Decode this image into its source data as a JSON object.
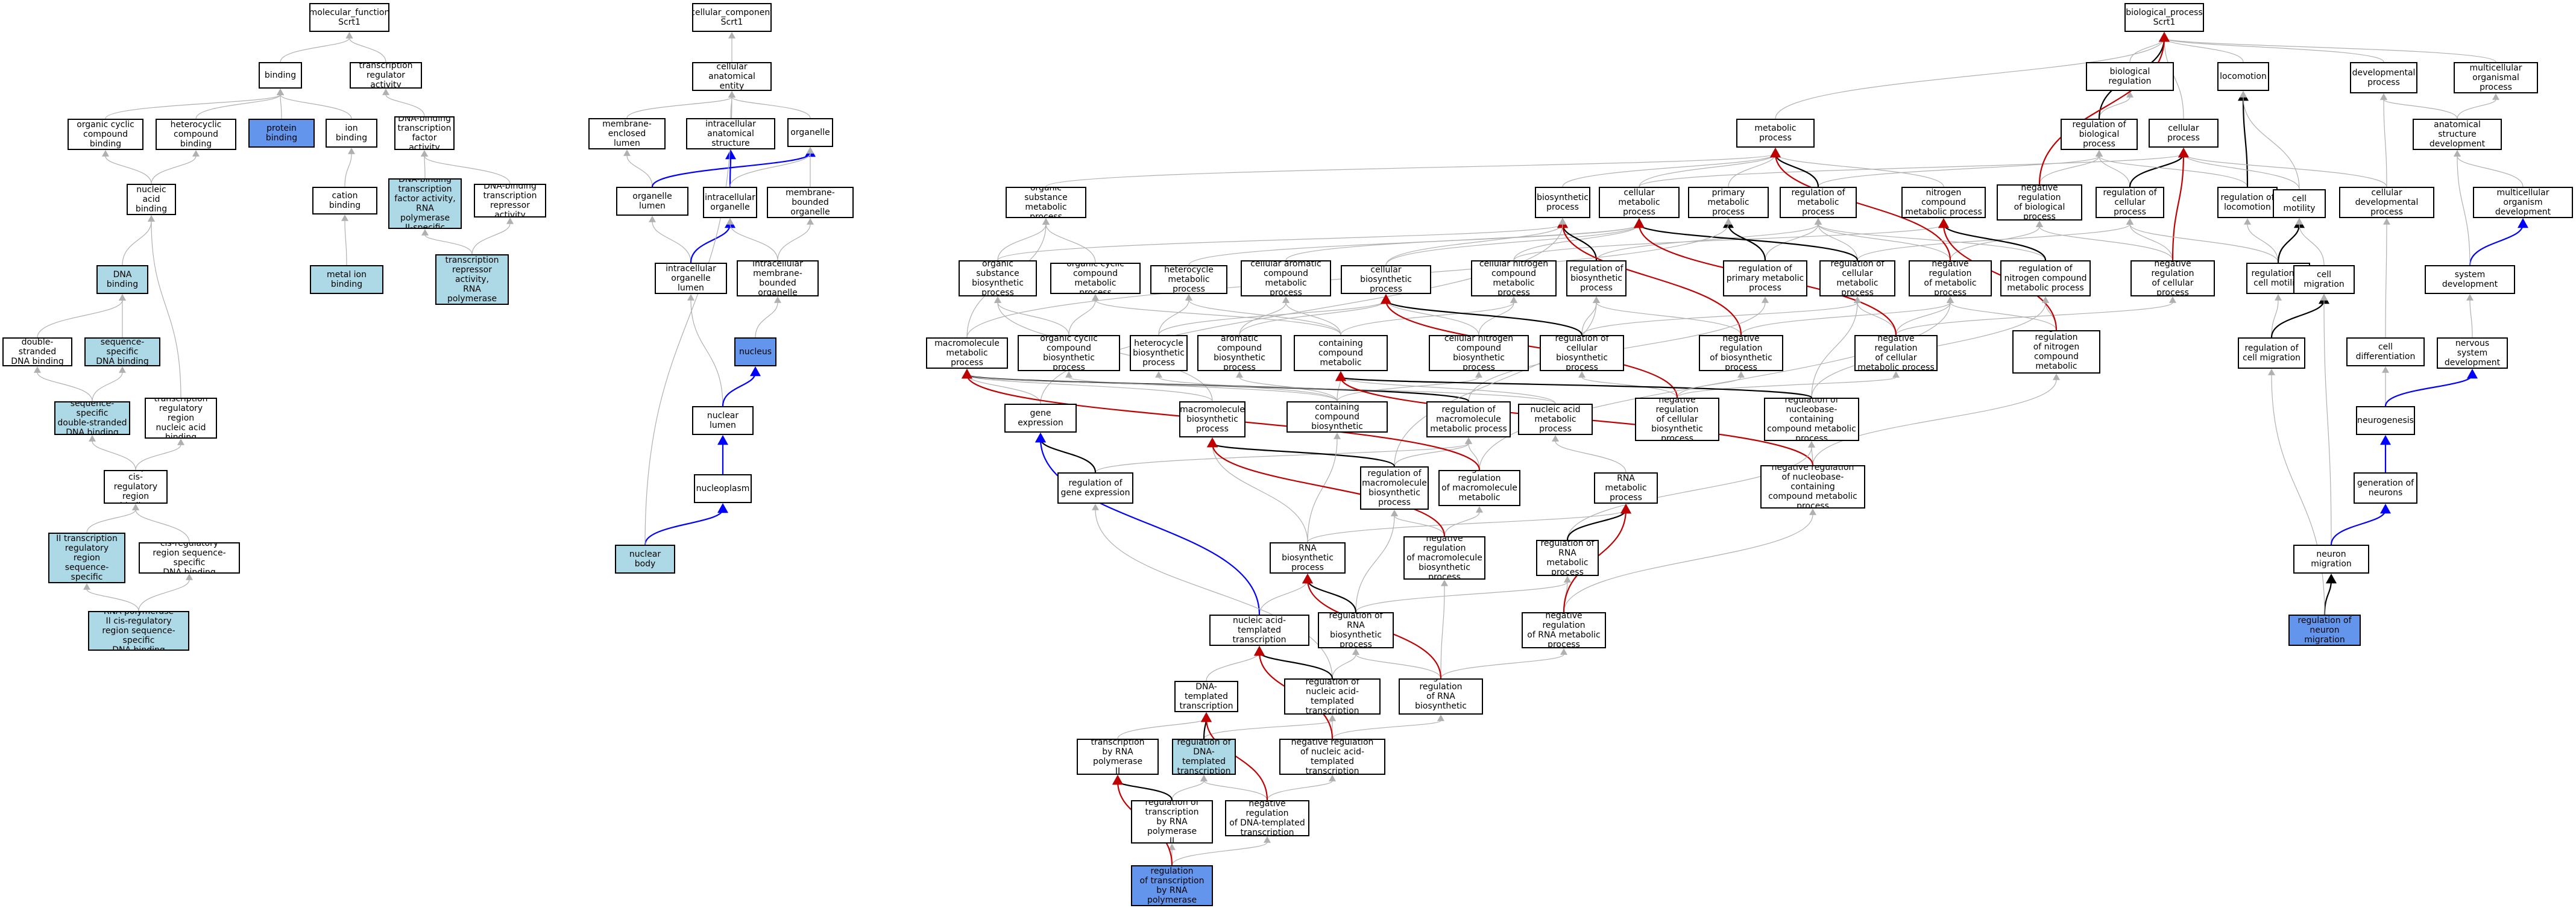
{
  "colors": {
    "node_border": "#000000",
    "node_fill": "#ffffff",
    "highlight_light": "#add8e6",
    "highlight_dark": "#6495ed",
    "edge_is_a": "#b0b0b0",
    "edge_part_of": "#0000ff",
    "edge_regulates": "#000000",
    "edge_negatively_regulates": "#c00000"
  },
  "nodes": {
    "mf": "molecular_function\nScrt1",
    "binding": "binding",
    "trans_reg_act": "transcription\nregulator activity",
    "org_cyc_bind": "organic cyclic\ncompound binding",
    "hetcyc_bind": "heterocyclic\ncompound binding",
    "protein_binding": "protein binding",
    "ion_binding": "ion binding",
    "dnab_tf_act": "DNA-binding\ntranscription\nfactor activity",
    "na_binding": "nucleic acid\nbinding",
    "cation_binding": "cation binding",
    "dnab_tf_pol2": "DNA-binding\ntranscription\nfactor activity,\nRNA polymerase\nII-specific",
    "dnab_rep_act": "DNA-binding\ntranscription\nrepressor activity",
    "dna_binding": "DNA binding",
    "metal_ion": "metal ion binding",
    "dnab_rep_pol2": "DNA-binding\ntranscription\nrepressor activity,\nRNA polymerase\nII-specific",
    "ds_dna": "double-stranded\nDNA binding",
    "ss_dna": "sequence-specific\nDNA binding",
    "seq_ds_dna": "sequence-specific\ndouble-stranded\nDNA binding",
    "trr_na": "transcription\nregulatory region\nnucleic acid\nbinding",
    "tcis_bind": "transcription\ncis-regulatory\nregion binding",
    "pol2_trr": "RNA polymerase\nII transcription\nregulatory region\nsequence-specific\nDNA binding",
    "cis_reg": "cis-regulatory\nregion sequence-specific\nDNA binding",
    "pol2_cis": "RNA polymerase\nII cis-regulatory\nregion sequence-specific\nDNA binding",
    "cc": "cellular_component\nScrt1",
    "cae": "cellular anatomical\nentity",
    "mem_lumen": "membrane-enclosed\nlumen",
    "ia_struct": "intracellular\nanatomical structure",
    "organelle": "organelle",
    "org_lumen": "organelle lumen",
    "ic_organelle": "intracellular\norganelle",
    "mb_organelle": "membrane-bounded\norganelle",
    "ic_org_lumen": "intracellular\norganelle lumen",
    "ic_mb_org": "intracellular\nmembrane-bounded\norganelle",
    "nucleus": "nucleus",
    "nuc_lumen": "nuclear lumen",
    "nucleoplasm": "nucleoplasm",
    "nuc_body": "nuclear body",
    "bp": "biological_process\nScrt1",
    "bio_reg": "biological regulation",
    "locomotion": "locomotion",
    "developmental": "developmental\nprocess",
    "multi_org": "multicellular\norganismal process",
    "metabolic": "metabolic process",
    "reg_bio": "regulation of\nbiological process",
    "cell_proc": "cellular process",
    "anat_dev": "anatomical structure\ndevelopment",
    "org_subst_met": "organic substance\nmetabolic process",
    "biosynthetic": "biosynthetic\nprocess",
    "cell_met": "cellular metabolic\nprocess",
    "prim_met": "primary metabolic\nprocess",
    "reg_met": "regulation of\nmetabolic process",
    "nitro_met": "nitrogen compound\nmetabolic process",
    "neg_reg_bio": "negative regulation\nof biological\nprocess",
    "reg_cell_proc": "regulation of\ncellular process",
    "reg_loco": "regulation of\nlocomotion",
    "cell_motility": "cell motility",
    "cell_dev": "cellular developmental\nprocess",
    "multi_dev": "multicellular\norganism development",
    "org_subst_bio": "organic substance\nbiosynthetic\nprocess",
    "org_cyc_met": "organic cyclic\ncompound metabolic\nprocess",
    "hetcyc_met": "heterocycle\nmetabolic process",
    "cell_arom_met": "cellular aromatic\ncompound metabolic\nprocess",
    "cell_bio": "cellular biosynthetic\nprocess",
    "cell_nitro_met": "cellular nitrogen\ncompound metabolic\nprocess",
    "reg_bio_proc": "regulation of\nbiosynthetic\nprocess",
    "reg_prim_met": "regulation of\nprimary metabolic\nprocess",
    "reg_cell_met": "regulation of\ncellular metabolic\nprocess",
    "neg_reg_met": "negative regulation\nof metabolic\nprocess",
    "reg_nitro_met": "regulation of\nnitrogen compound\nmetabolic process",
    "neg_reg_cell_proc": "negative regulation\nof cellular\nprocess",
    "reg_cell_mot": "regulation of\ncell motility",
    "cell_migration": "cell migration",
    "system_dev": "system development",
    "macro_met": "macromolecule\nmetabolic process",
    "org_cyc_bio": "organic cyclic\ncompound biosynthetic\nprocess",
    "hetcyc_bio": "heterocycle\nbiosynthetic\nprocess",
    "arom_bio": "aromatic compound\nbiosynthetic\nprocess",
    "nbc_met": "nucleobase-containing\ncompound metabolic\nprocess",
    "cell_nitro_bio": "cellular nitrogen\ncompound biosynthetic\nprocess",
    "reg_cell_bio": "regulation of\ncellular biosynthetic\nprocess",
    "neg_reg_bio_proc": "negative regulation\nof biosynthetic\nprocess",
    "neg_reg_cell_met": "negative regulation\nof cellular\nmetabolic process",
    "neg_reg_nitro_met": "negative regulation\nof nitrogen\ncompound metabolic\nprocess",
    "reg_cell_mig": "regulation of\ncell migration",
    "cell_diff": "cell differentiation",
    "nerv_dev": "nervous system\ndevelopment",
    "gene_expr": "gene expression",
    "macro_bio": "macromolecule\nbiosynthetic\nprocess",
    "nbc_bio": "nucleobase-containing\ncompound biosynthetic\nprocess",
    "reg_macro_met": "regulation of\nmacromolecule\nmetabolic process",
    "na_met": "nucleic acid\nmetabolic process",
    "neg_reg_cell_bio": "negative regulation\nof cellular\nbiosynthetic\nprocess",
    "reg_nbc_met": "regulation of\nnucleobase-containing\ncompound metabolic\nprocess",
    "neurogenesis": "neurogenesis",
    "reg_gene_expr": "regulation of\ngene expression",
    "reg_macro_bio": "regulation of\nmacromolecule\nbiosynthetic\nprocess",
    "neg_reg_macro_met": "negative regulation\nof macromolecule\nmetabolic process",
    "rna_met": "RNA metabolic\nprocess",
    "neg_reg_nbc_met": "negative regulation\nof nucleobase-containing\ncompound metabolic\nprocess",
    "gen_neurons": "generation of\nneurons",
    "rna_bio": "RNA biosynthetic\nprocess",
    "neg_reg_macro_bio": "negative regulation\nof macromolecule\nbiosynthetic\nprocess",
    "reg_rna_met": "regulation of\nRNA metabolic\nprocess",
    "neuron_mig": "neuron migration",
    "na_templ_trans": "nucleic acid-templated\ntranscription",
    "reg_rna_bio": "regulation of\nRNA biosynthetic\nprocess",
    "neg_reg_rna_met": "negative regulation\nof RNA metabolic\nprocess",
    "reg_neuron_mig": "regulation of\nneuron migration",
    "dna_templ_trans": "DNA-templated\ntranscription",
    "reg_na_templ": "regulation of\nnucleic acid-templated\ntranscription",
    "neg_reg_rna_bio": "negative regulation\nof RNA biosynthetic\nprocess",
    "trans_pol2": "transcription\nby RNA polymerase\nII",
    "reg_dna_templ": "regulation of\nDNA-templated\ntranscription",
    "neg_reg_na_templ": "negative regulation\nof nucleic acid-templated\ntranscription",
    "reg_trans_pol2": "regulation of\ntranscription\nby RNA polymerase\nII",
    "neg_reg_dna_templ": "negative regulation\nof DNA-templated\ntranscription",
    "neg_reg_trans_pol2": "negative regulation\nof transcription\nby RNA polymerase\nII"
  }
}
